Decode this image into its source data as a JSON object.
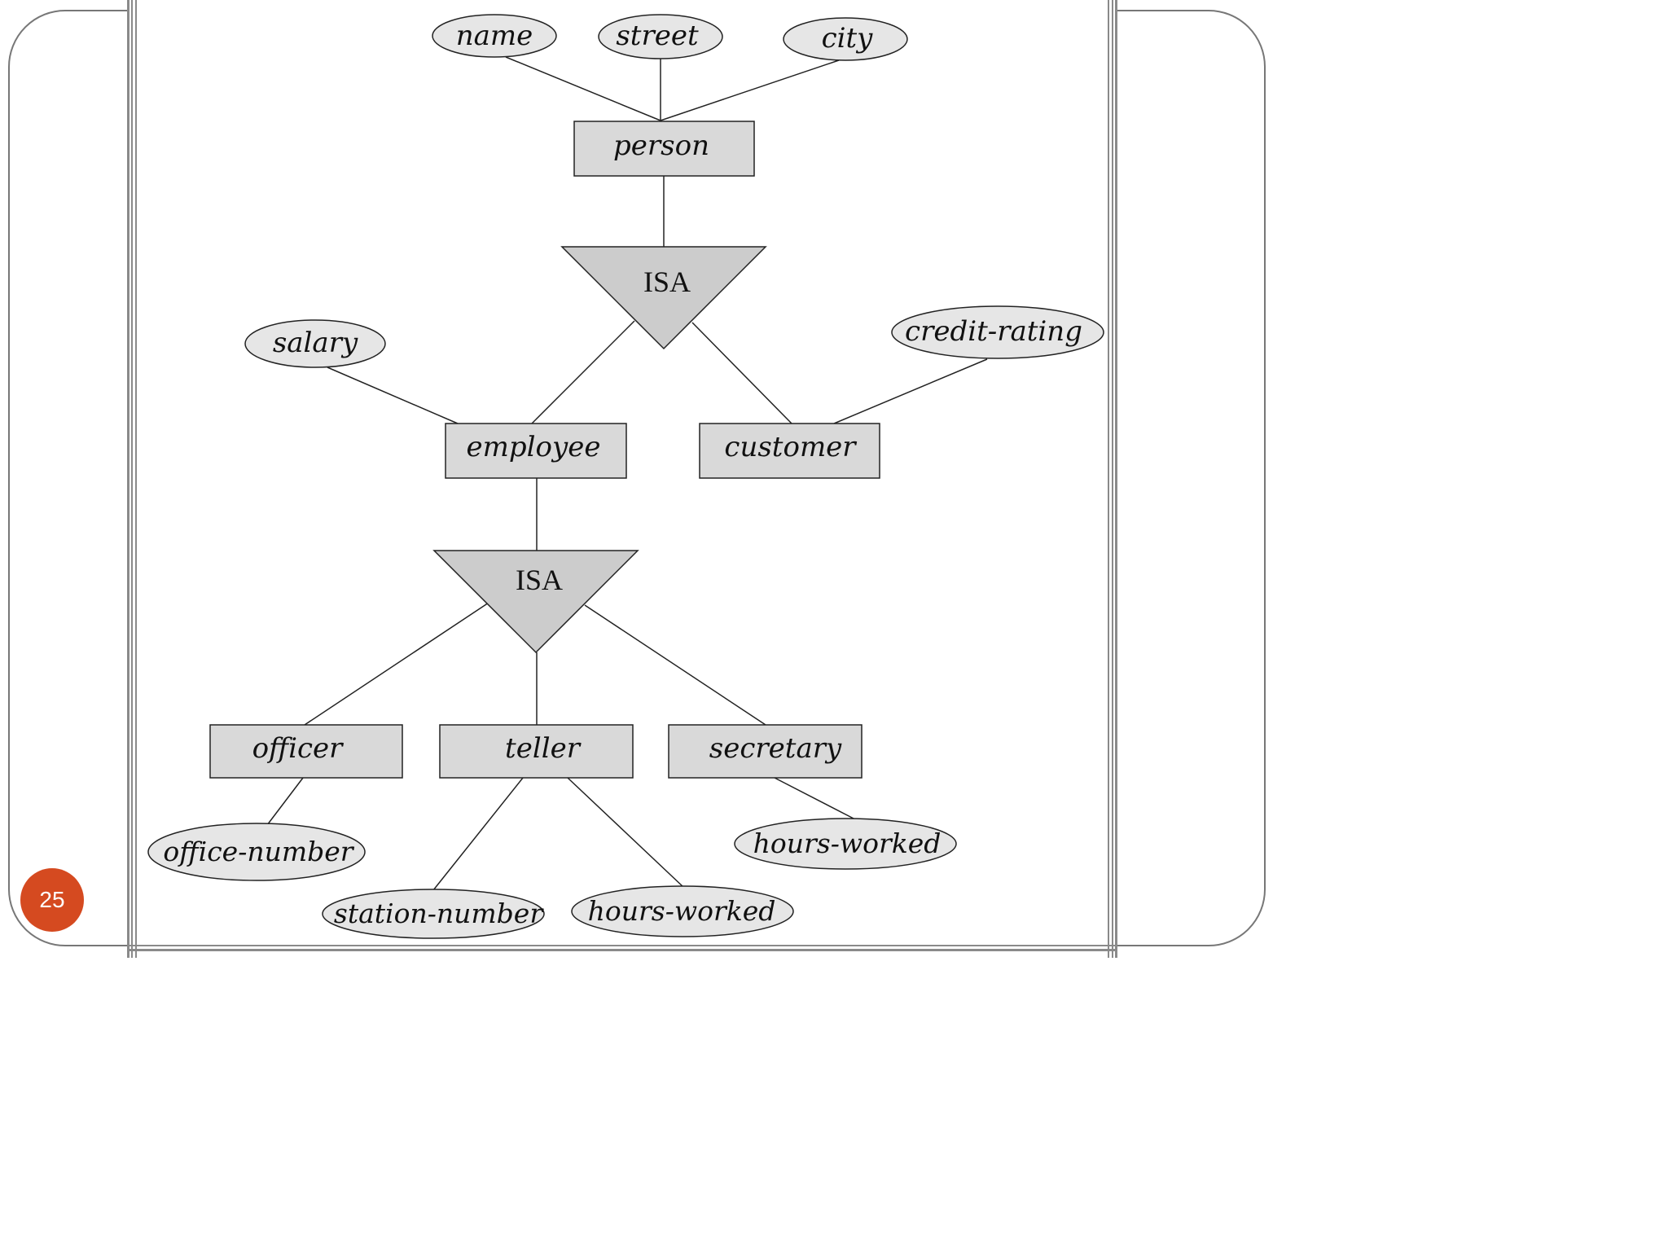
{
  "slide": {
    "page_number": "25",
    "badge_color": "#d54a20"
  },
  "diagram": {
    "entities": {
      "person": "person",
      "employee": "employee",
      "customer": "customer",
      "officer": "officer",
      "teller": "teller",
      "secretary": "secretary"
    },
    "attributes": {
      "name": "name",
      "street": "street",
      "city": "city",
      "salary": "salary",
      "credit_rating": "credit-rating",
      "office_number": "office-number",
      "station_number": "station-number",
      "teller_hours_worked": "hours-worked",
      "secretary_hours_worked": "hours-worked"
    },
    "isa": {
      "top": "ISA",
      "bottom": "ISA"
    },
    "colors": {
      "fill": "#d9d9d9",
      "isa_fill": "#cccccc",
      "stroke": "#222222"
    }
  }
}
